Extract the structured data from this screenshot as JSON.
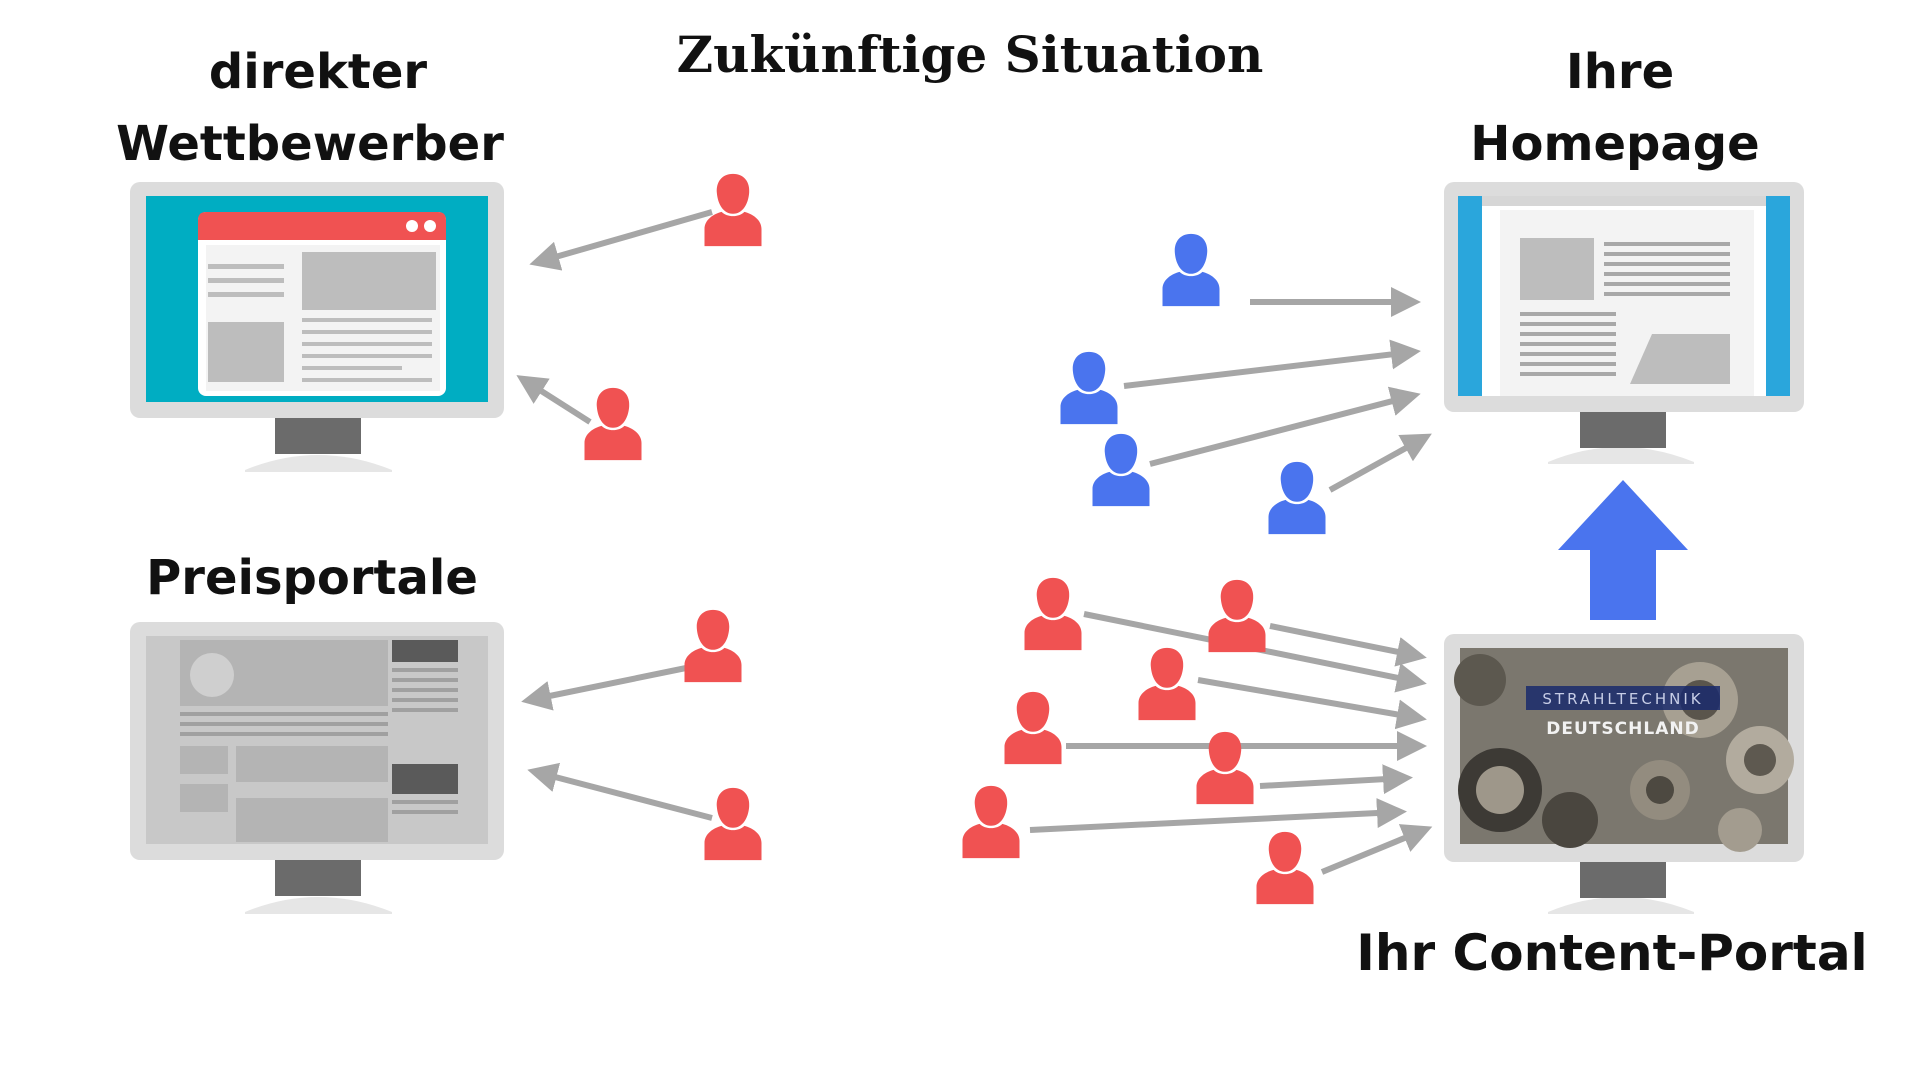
{
  "title": "Zukünftige Situation",
  "labels": {
    "competitor": [
      "direkter",
      "Wettbewerber"
    ],
    "homepage": [
      "Ihre",
      "Homepage"
    ],
    "price_portals": "Preisportale",
    "content_portal": "Ihr Content-Portal"
  },
  "portal_screen": {
    "line1": "STRAHLTECHNIK",
    "line2": "DEUTSCHLAND"
  },
  "colors": {
    "visitor_red": "#f05252",
    "visitor_blue": "#4a74ee",
    "arrow_gray": "#a6a6a6",
    "monitor_frame": "#dcdcdc",
    "competitor_screen": "#00adc2",
    "homepage_side": "#2aa6dc",
    "big_arrow_blue": "#4a74ee"
  },
  "icons": [
    "person-icon",
    "monitor-icon",
    "up-arrow-icon"
  ]
}
